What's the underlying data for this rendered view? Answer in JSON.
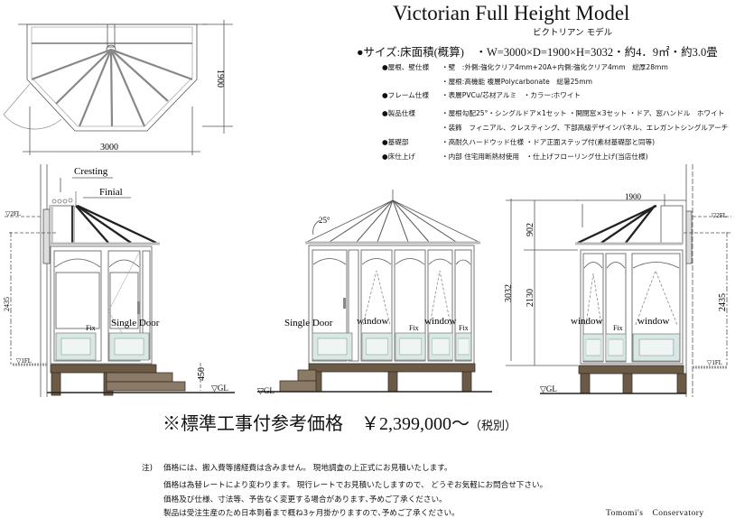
{
  "header": {
    "title": "Victorian Full Height Model",
    "subtitle": "ビクトリアン モデル",
    "size": "●サイズ:床面積(概算)　・W=3000×D=1900×H=3032・約4．9㎡・約3.0畳"
  },
  "specs": [
    {
      "label": "●屋根、壁仕様",
      "value": "・壁　:外側:強化クリア4mm+20A+内側:強化クリア4mm　総厚28mm"
    },
    {
      "label": "",
      "value": "・屋根:高機能 複層Polycarbonate　総暑25mm"
    },
    {
      "label": "●フレーム仕様",
      "value": "・表層PVCu/芯材アルミ　・カラー:ホワイト"
    },
    {
      "label": "●製品仕様",
      "value": "・屋根勾配25°・シングルドア×1セット ・開閉窓×3セット ・ドア、窓ハンドル　ホワイト"
    },
    {
      "label": "",
      "value": "・装飾　フィニアル、クレスティング、下部高級デザインパネル、エレガントシングルアーチ"
    },
    {
      "label": "●基礎部",
      "value": "・高耐久ハードウッド仕様 ・ドア正面ステップ付(素材基礎部と同等)"
    },
    {
      "label": "●床仕上げ",
      "value": "・内部 住宅用断熱材使用　・仕上げフローリング仕上げ(当店仕様)"
    }
  ],
  "plan": {
    "width_dim": "3000",
    "depth_dim": "1900"
  },
  "left_elevation": {
    "cresting": "Cresting",
    "finial": "Finial",
    "fix": "Fix",
    "single_door": "Single Door",
    "dim_height": "2435",
    "dim_base": "450",
    "level_2fl": "▽2FL",
    "level_1fl": "▽1FL",
    "level_gl": "▽GL"
  },
  "front_elevation": {
    "pitch": "25°",
    "single_door": "Single Door",
    "window1": "window",
    "fix1": "Fix",
    "window2": "window",
    "fix2": "Fix",
    "level_gl": "▽GL"
  },
  "right_elevation": {
    "dim_width": "1900",
    "dim_total": "3032",
    "dim_roof": "902",
    "dim_wall": "2130",
    "dim_height": "2435",
    "window1": "window",
    "fix": "Fix",
    "window2": "window",
    "level_2fl": "▽2FL",
    "level_1fl": "▽1FL",
    "level_gl": "▽GL"
  },
  "price": {
    "main": "※標準工事付参考価格　￥2,399,000～",
    "tax": "（税別）"
  },
  "notes": {
    "prefix": "注)",
    "lines": [
      "価格には、搬入費等諸経費は含みません。 現地調査の上正式にお見積いたします。",
      "価格は為替レートにより変わります。 現行レートでお見積いたしますので、 どうぞお気軽にお問合せ下さい。",
      "価格及び仕様、寸法等、予告なく変更する場合があります､予めご了承ください。",
      "製品は受注生産のため日本到着まで概ね3ヶ月掛かりますので､予めご了承ください。"
    ]
  },
  "brand": "Tomomi's　Conservatory",
  "colors": {
    "base_wood": "#6b5a45",
    "step_wood": "#8a7a66",
    "panel": "#d8e8e4",
    "roof_bar": "#222222"
  }
}
